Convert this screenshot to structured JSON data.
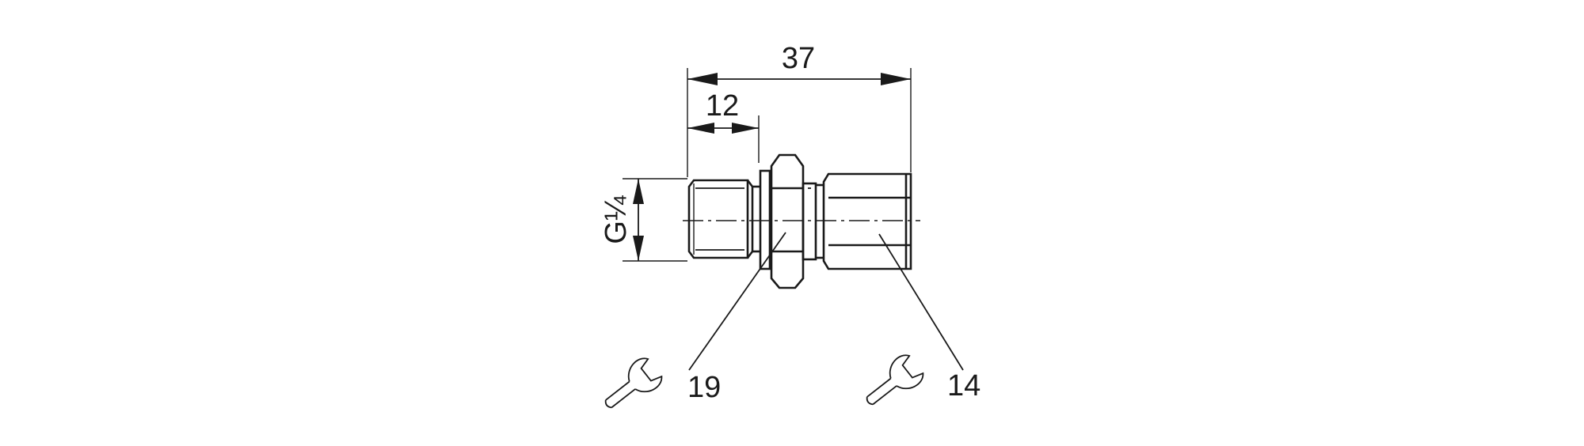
{
  "dimensions": {
    "overall_length": "37",
    "thread_length": "12",
    "thread_size": "G¼"
  },
  "wrench_sizes": {
    "hex_nut": "19",
    "hex_body": "14"
  },
  "icons": [
    "wrench-icon"
  ]
}
